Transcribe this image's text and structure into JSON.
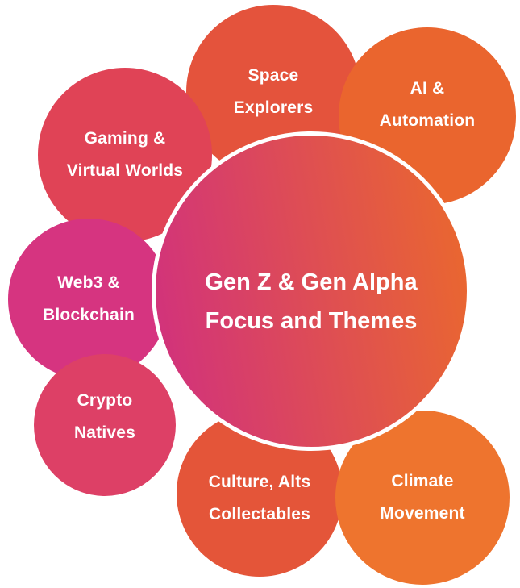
{
  "diagram": {
    "type": "bubble-cluster",
    "background_color": "#ffffff",
    "text_color": "#ffffff",
    "center": {
      "line1": "Gen Z & Gen Alpha",
      "line2": "Focus and Themes",
      "gradient_from": "#d02f80",
      "gradient_to": "#eb6a2b",
      "ring_color": "#ffffff"
    },
    "bubbles": [
      {
        "id": "space-explorers",
        "line1": "Space",
        "line2": "Explorers",
        "color": "#e4533c"
      },
      {
        "id": "ai-automation",
        "line1": "AI &",
        "line2": "Automation",
        "color": "#ea652e"
      },
      {
        "id": "gaming-virtual-worlds",
        "line1": "Gaming &",
        "line2": "Virtual Worlds",
        "color": "#e04356"
      },
      {
        "id": "web3-blockchain",
        "line1": "Web3 &",
        "line2": "Blockchain",
        "color": "#d63480"
      },
      {
        "id": "crypto-natives",
        "line1": "Crypto",
        "line2": "Natives",
        "color": "#dd4066"
      },
      {
        "id": "culture-alts-collectables",
        "line1": "Culture, Alts",
        "line2": "Collectables",
        "color": "#e45539"
      },
      {
        "id": "climate-movement",
        "line1": "Climate",
        "line2": "Movement",
        "color": "#ee742e"
      }
    ]
  }
}
